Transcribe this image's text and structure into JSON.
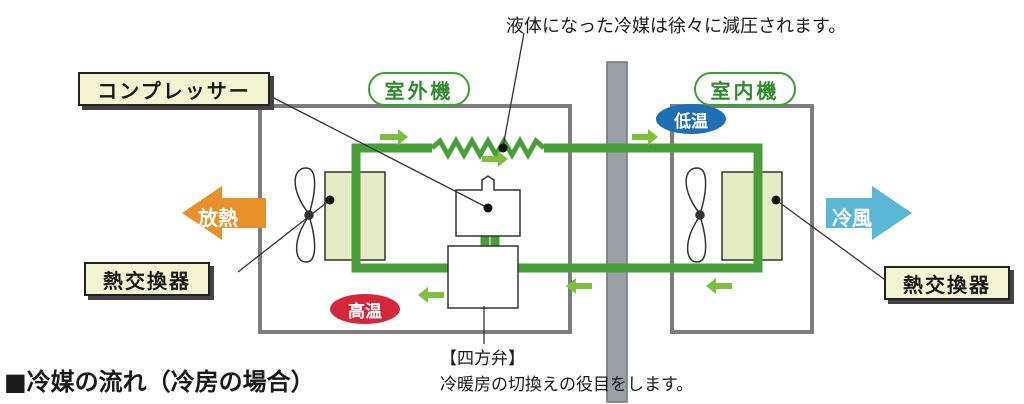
{
  "note_top": "液体になった冷媒は徐々に減圧されます。",
  "label_compressor": "コンプレッサー",
  "outdoor_unit": "室外機",
  "indoor_unit": "室内機",
  "label_heat_exchanger_left": "熱交換器",
  "label_heat_exchanger_right": "熱交換器",
  "arrow_heat_release": "放熱",
  "arrow_cool_air": "冷風",
  "badge_high_temp": "高温",
  "badge_low_temp": "低温",
  "valve_title": "【四方弁】",
  "valve_desc": "冷暖房の切換えの役目をします。",
  "caption": "■冷媒の流れ（冷房の場合）",
  "colors": {
    "pipe_green": "#4a9e3a",
    "heat_orange": "#e8902a",
    "cool_blue": "#5ab7d8",
    "high_red": "#d4273a",
    "low_blue": "#1f6fb5",
    "wall_gray": "#9aa0a6"
  }
}
